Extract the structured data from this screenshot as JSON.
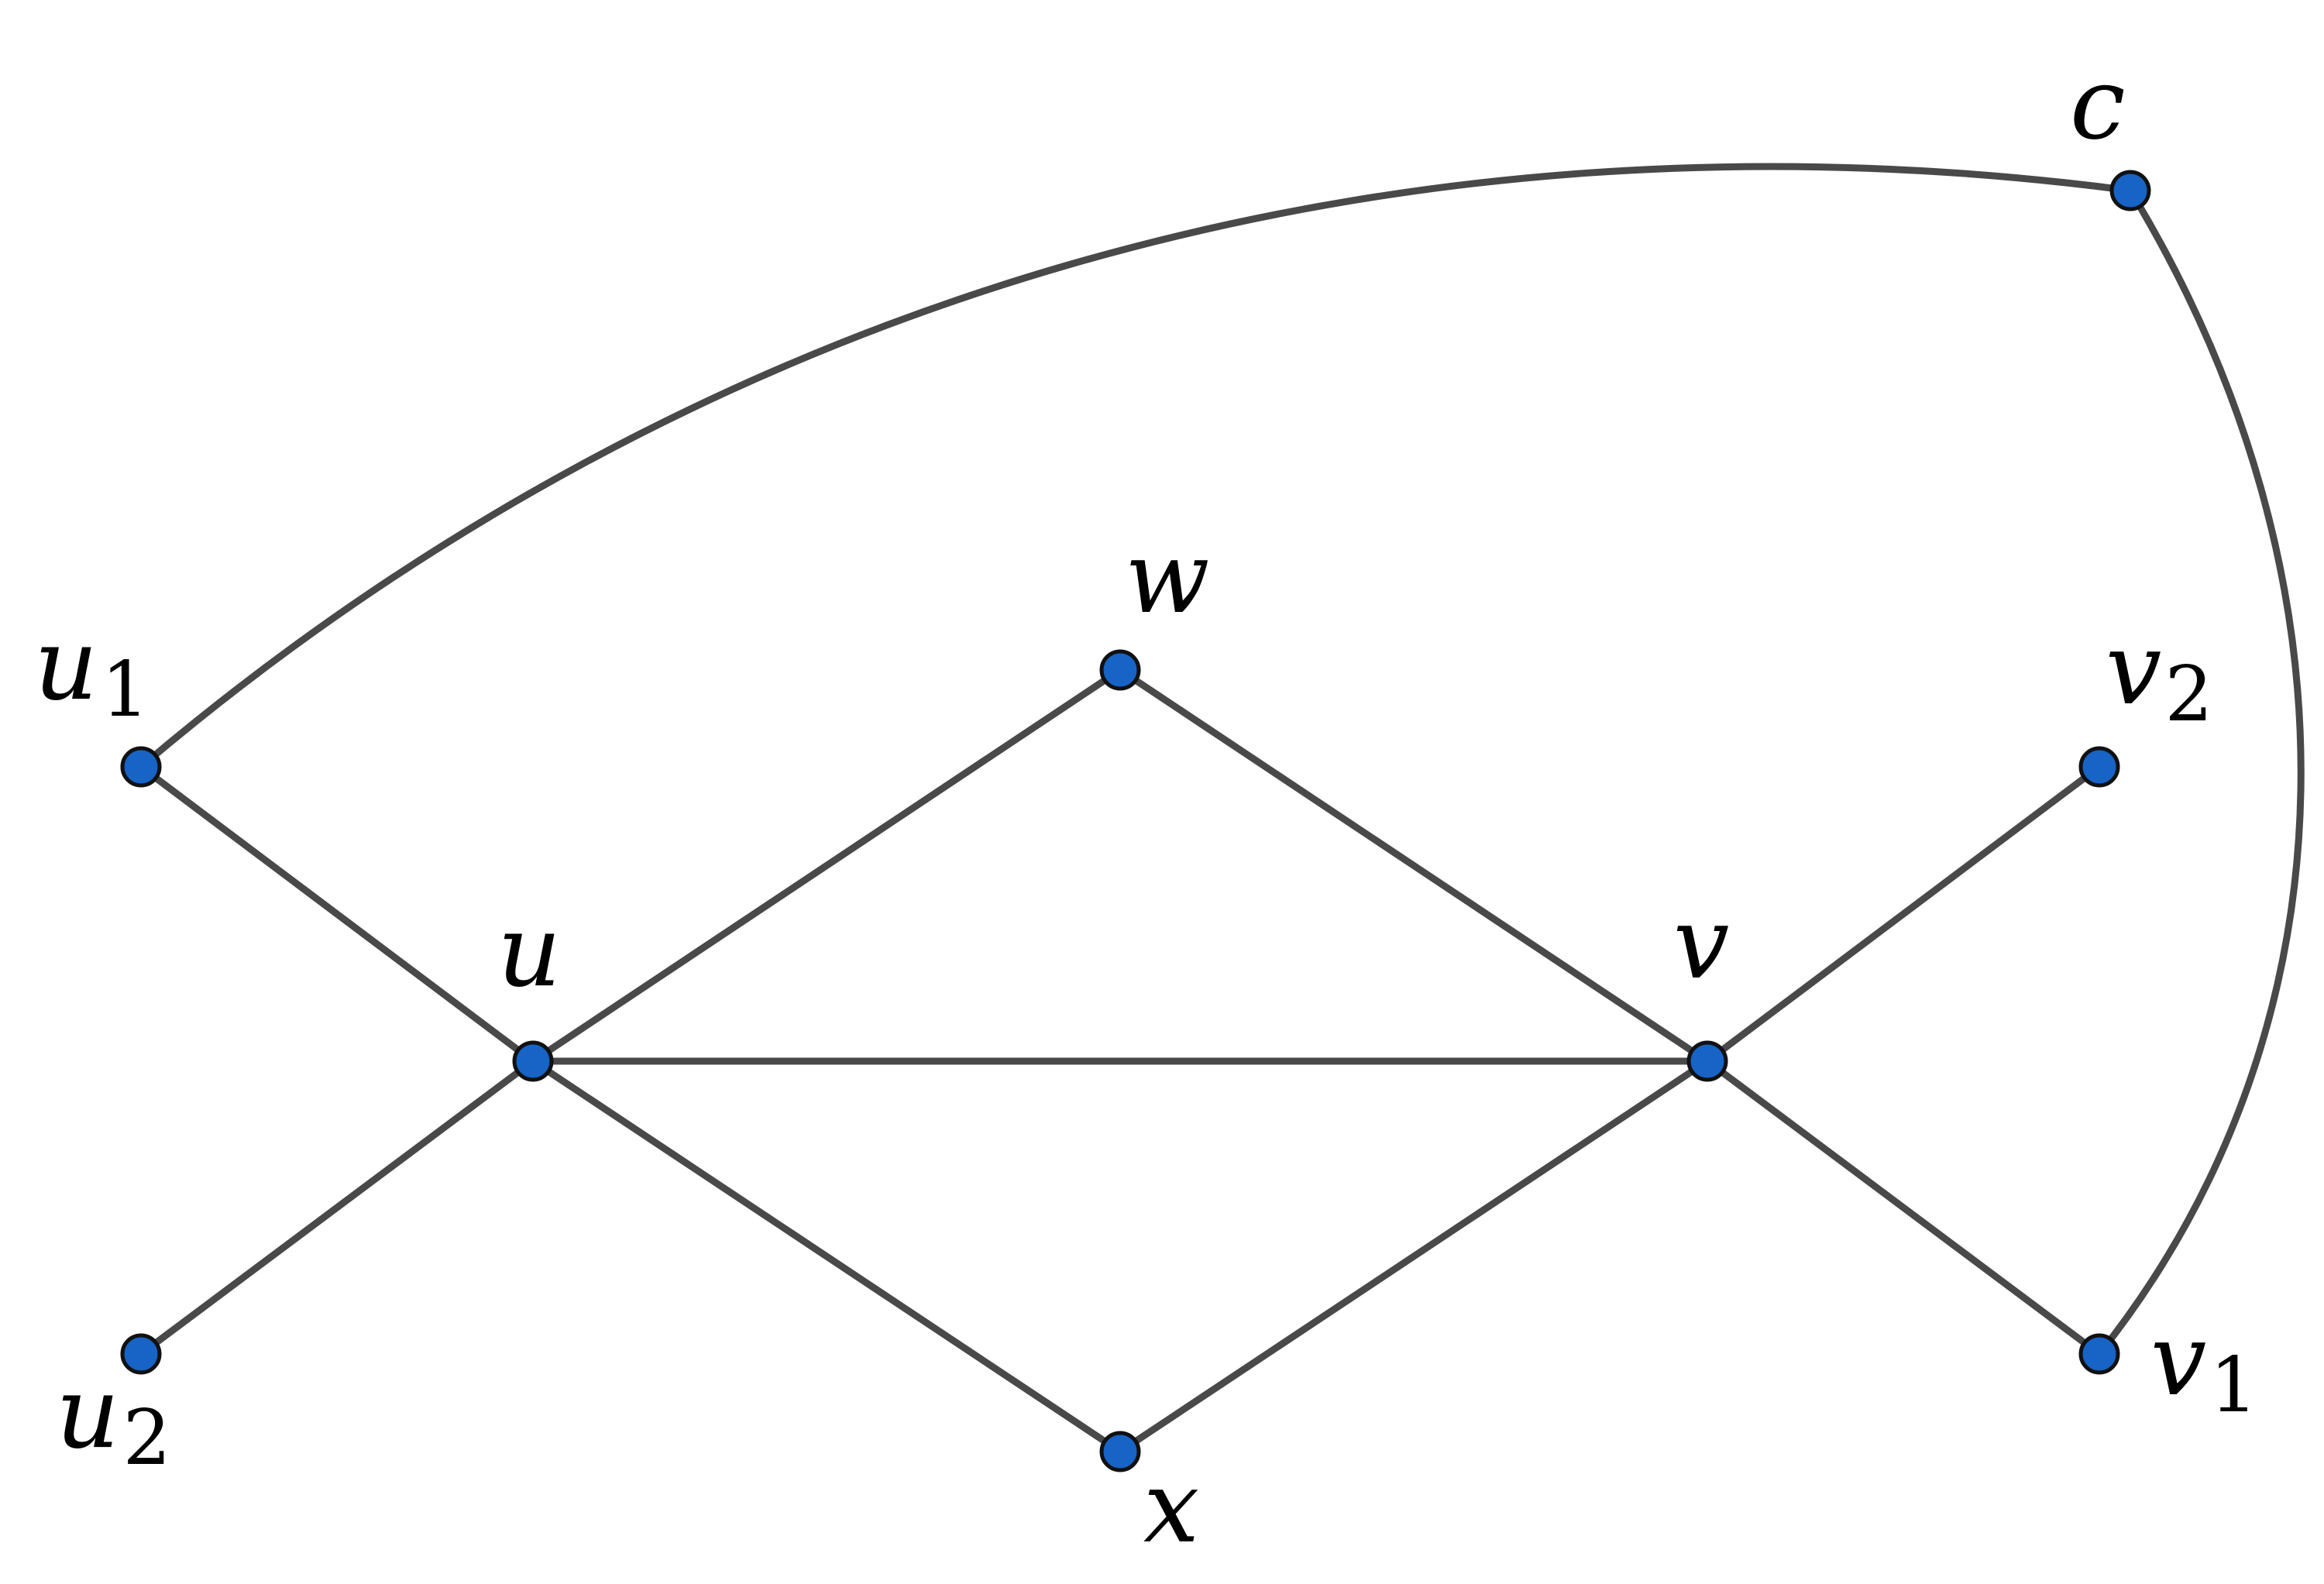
{
  "colors": {
    "node_fill": "#1763c6",
    "node_stroke": "#111111",
    "edge": "#494949",
    "label": "#000000",
    "background": "#ffffff"
  },
  "graph": {
    "vertices": {
      "c": {
        "label": "c",
        "sub": ""
      },
      "u1": {
        "label": "u",
        "sub": "1"
      },
      "u": {
        "label": "u",
        "sub": ""
      },
      "u2": {
        "label": "u",
        "sub": "2"
      },
      "w": {
        "label": "w",
        "sub": ""
      },
      "x": {
        "label": "x",
        "sub": ""
      },
      "v": {
        "label": "v",
        "sub": ""
      },
      "v2": {
        "label": "v",
        "sub": "2"
      },
      "v1": {
        "label": "v",
        "sub": "1"
      }
    },
    "edges": [
      [
        "u1",
        "u"
      ],
      [
        "u2",
        "u"
      ],
      [
        "u",
        "w"
      ],
      [
        "u",
        "x"
      ],
      [
        "u",
        "v"
      ],
      [
        "w",
        "v"
      ],
      [
        "x",
        "v"
      ],
      [
        "v",
        "v2"
      ],
      [
        "v",
        "v1"
      ],
      [
        "u1",
        "c"
      ],
      [
        "c",
        "v1"
      ]
    ]
  }
}
